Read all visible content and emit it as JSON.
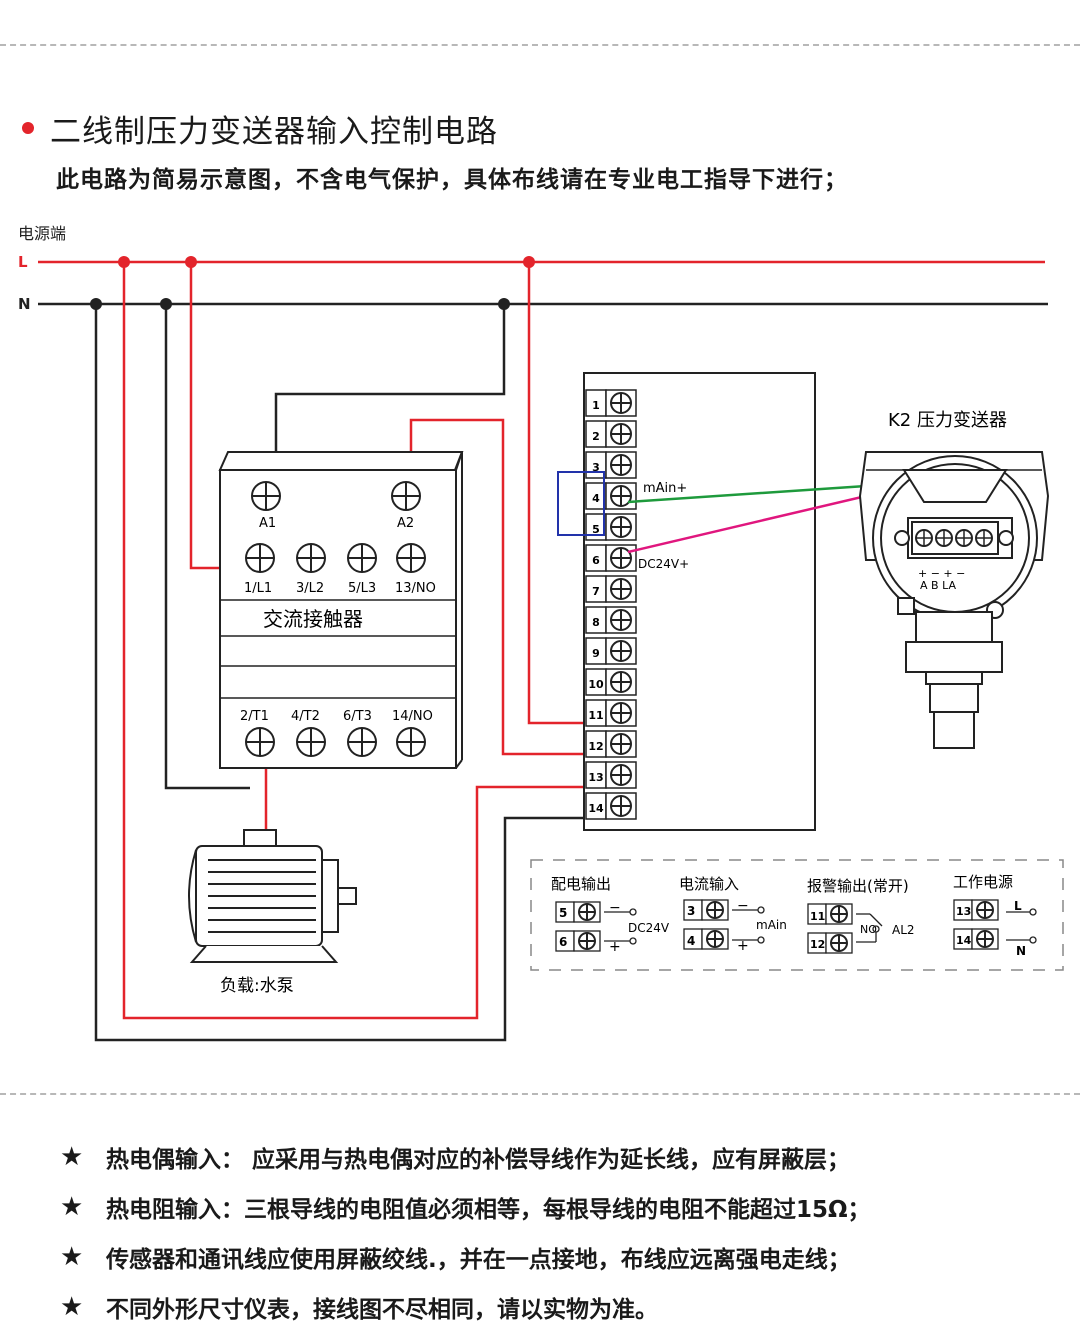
{
  "header": {
    "title": "二线制压力变送器输入控制电路",
    "subtitle": "此电路为简易示意图，不含电气保护，具体布线请在专业电工指导下进行；"
  },
  "power": {
    "label": "电源端",
    "line_l": "L",
    "line_n": "N"
  },
  "contactor": {
    "name": "交流接触器",
    "coil": [
      "A1",
      "A2"
    ],
    "top_terminals": [
      "1/L1",
      "3/L2",
      "5/L3",
      "13/NO"
    ],
    "bottom_terminals": [
      "2/T1",
      "4/T2",
      "6/T3",
      "14/NO"
    ]
  },
  "motor": {
    "label": "负载:水泵"
  },
  "controller": {
    "terminals": [
      "1",
      "2",
      "3",
      "4",
      "5",
      "6",
      "7",
      "8",
      "9",
      "10",
      "11",
      "12",
      "13",
      "14"
    ],
    "label_mA": "mAin+",
    "label_dc": "DC24V+"
  },
  "transmitter": {
    "name": "K2 压力变送器",
    "signs": "+  −  +  −",
    "letters": "A  B  LA"
  },
  "legend": {
    "power_out": {
      "title": "配电输出",
      "t1": "5",
      "t2": "6",
      "sign1": "−",
      "sign2": "+",
      "label": "DC24V"
    },
    "current_in": {
      "title": "电流输入",
      "t1": "3",
      "t2": "4",
      "sign1": "−",
      "sign2": "+",
      "label": "mAin"
    },
    "alarm_out": {
      "title": "报警输出(常开)",
      "t1": "11",
      "t2": "12",
      "no": "NO",
      "label": "AL2"
    },
    "work_power": {
      "title": "工作电源",
      "t1": "13",
      "t2": "14",
      "l": "L",
      "n": "N"
    }
  },
  "notes": [
    "热电偶输入： 应采用与热电偶对应的补偿导线作为延长线，应有屏蔽层；",
    "热电阻输入：三根导线的电阻值必须相等，每根导线的电阻不能超过15Ω；",
    "传感器和通讯线应使用屏蔽绞线.，并在一点接地，布线应远离强电走线；",
    "不同外形尺寸仪表，接线图不尽相同，请以实物为准。"
  ],
  "colors": {
    "red": "#e3242b",
    "black": "#222222",
    "green": "#1e9a3c",
    "magenta": "#e0167e",
    "blue": "#2233aa"
  }
}
